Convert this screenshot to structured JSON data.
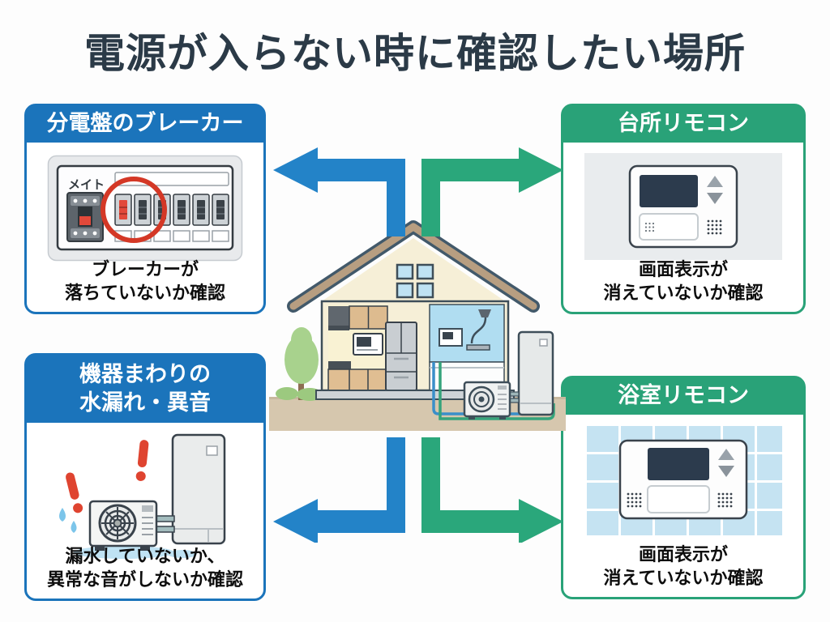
{
  "title": "電源が入らない時に確認したい場所",
  "colors": {
    "blue": "#1b74bb",
    "green": "#29a278",
    "arrow_blue": "#2383c8",
    "arrow_green": "#2aa77b",
    "title": "#2b3a47",
    "alert_red": "#df4430",
    "circle_red": "#d43826"
  },
  "panels": {
    "breaker": {
      "header": "分電盤のブレーカー",
      "breaker_label": "メイト",
      "caption1": "ブレーカーが",
      "caption2": "落ちていないか確認"
    },
    "kitchen_remote": {
      "header": "台所リモコン",
      "caption1": "画面表示が",
      "caption2": "消えていないか確認"
    },
    "leak": {
      "header1": "機器まわりの",
      "header2": "水漏れ・異音",
      "caption1": "漏水していないか、",
      "caption2": "異常な音がしないか確認"
    },
    "bath_remote": {
      "header": "浴室リモコン",
      "caption1": "画面表示が",
      "caption2": "消えていないか確認"
    }
  }
}
